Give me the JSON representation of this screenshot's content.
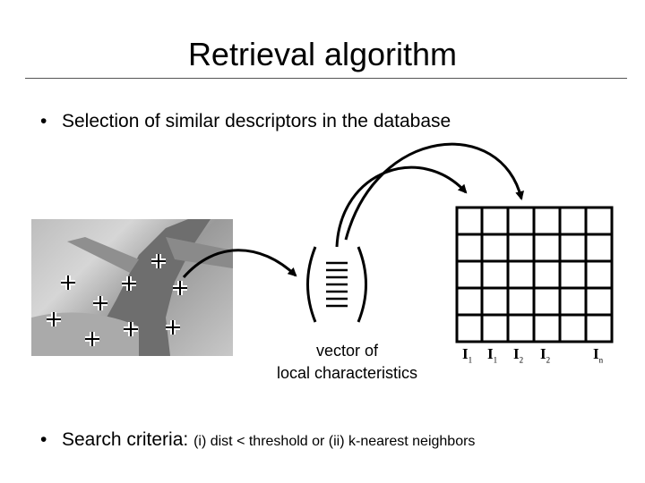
{
  "slide": {
    "title": "Retrieval algorithm",
    "bullet1": "Selection of similar descriptors in the database",
    "bullet2_main": "Search criteria:",
    "bullet2_detail": "(i) dist < threshold  or  (ii) k-nearest neighbors"
  },
  "vector_caption": [
    "vector of",
    "local characteristics"
  ],
  "grid_labels": [
    {
      "base": "I",
      "sub": "1"
    },
    {
      "base": "I",
      "sub": "1"
    },
    {
      "base": "I",
      "sub": "2"
    },
    {
      "base": "I",
      "sub": "2"
    },
    {
      "base": "I",
      "sub": "n"
    }
  ],
  "icons": {
    "bullet": "•",
    "keypoint": "+"
  }
}
